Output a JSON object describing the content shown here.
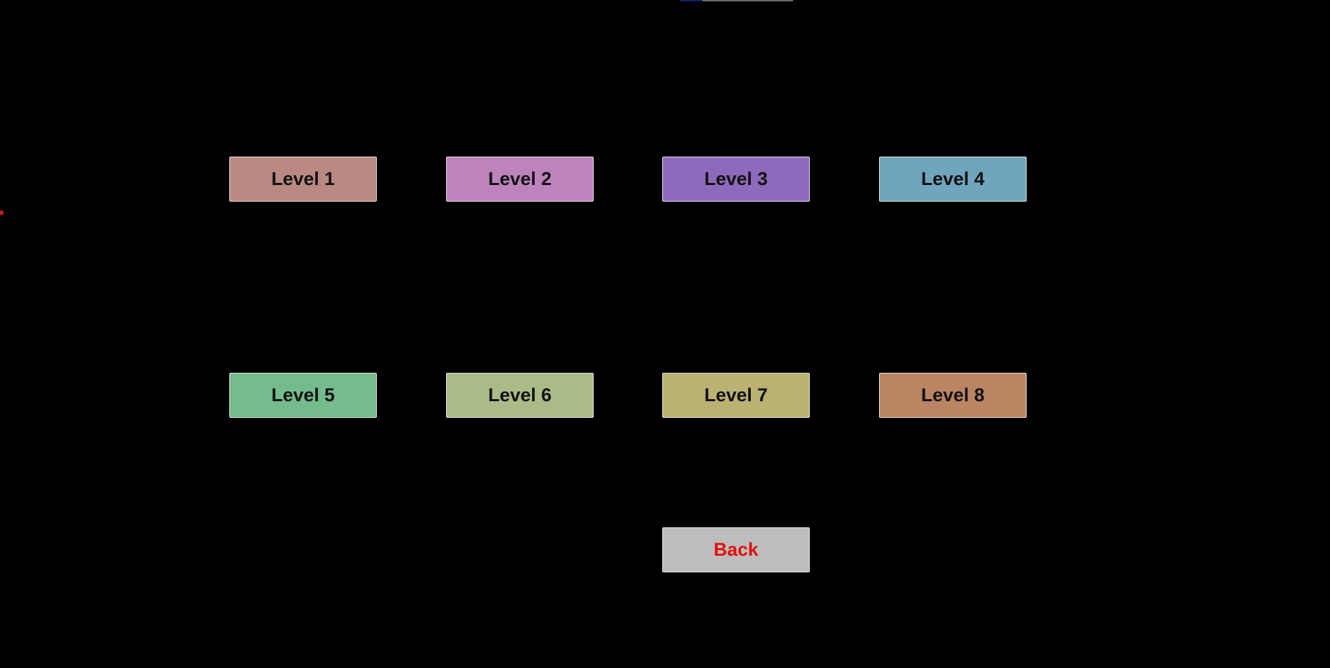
{
  "levels": [
    {
      "label": "Level 1",
      "color": "#b98982"
    },
    {
      "label": "Level 2",
      "color": "#bd83bd"
    },
    {
      "label": "Level 3",
      "color": "#8e6abc"
    },
    {
      "label": "Level 4",
      "color": "#6fa6bd"
    },
    {
      "label": "Level 5",
      "color": "#74bb8d"
    },
    {
      "label": "Level 6",
      "color": "#a9bc88"
    },
    {
      "label": "Level 7",
      "color": "#bab173"
    },
    {
      "label": "Level 8",
      "color": "#bb8564"
    }
  ],
  "back": {
    "label": "Back",
    "color": "#bdbdbd",
    "text_color": "#e01010"
  },
  "colors": {
    "background": "#000000",
    "button_border": "#e6e6e6"
  }
}
